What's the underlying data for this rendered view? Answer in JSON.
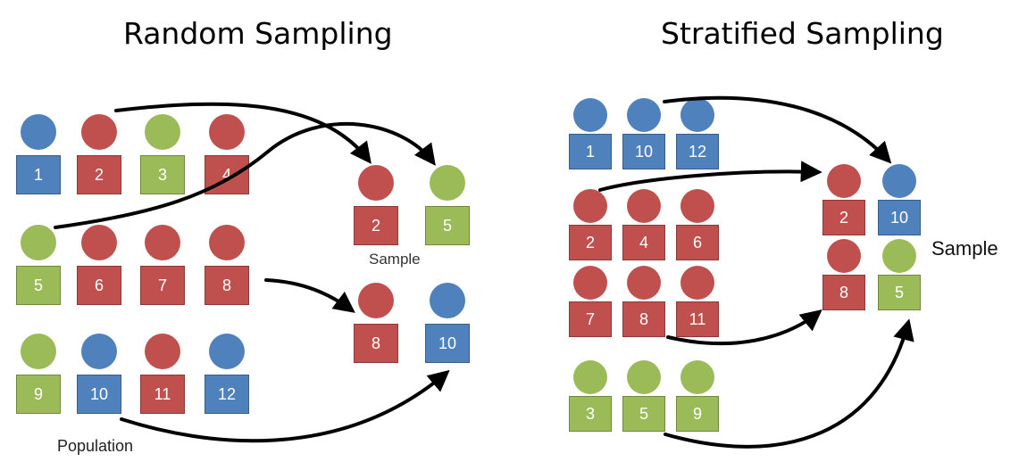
{
  "titles": {
    "random": "Random Sampling",
    "stratified": "Stratified Sampling"
  },
  "labels": {
    "population": "Population",
    "random_sample": "Sample",
    "stratified_sample": "Sample"
  },
  "colors": {
    "blue": "#4f81bd",
    "red": "#c0504d",
    "green": "#9bbb59",
    "arrow": "#000000"
  },
  "random": {
    "population": [
      {
        "n": "1",
        "color": "blue"
      },
      {
        "n": "2",
        "color": "red"
      },
      {
        "n": "3",
        "color": "green"
      },
      {
        "n": "4",
        "color": "red"
      },
      {
        "n": "5",
        "color": "green"
      },
      {
        "n": "6",
        "color": "red"
      },
      {
        "n": "7",
        "color": "red"
      },
      {
        "n": "8",
        "color": "red"
      },
      {
        "n": "9",
        "color": "green"
      },
      {
        "n": "10",
        "color": "blue"
      },
      {
        "n": "11",
        "color": "red"
      },
      {
        "n": "12",
        "color": "blue"
      }
    ],
    "sample": [
      {
        "n": "2",
        "color": "red"
      },
      {
        "n": "5",
        "color": "green"
      },
      {
        "n": "8",
        "color": "red"
      },
      {
        "n": "10",
        "color": "blue"
      }
    ]
  },
  "stratified": {
    "strata": [
      [
        {
          "n": "1",
          "color": "blue"
        },
        {
          "n": "10",
          "color": "blue"
        },
        {
          "n": "12",
          "color": "blue"
        }
      ],
      [
        {
          "n": "2",
          "color": "red"
        },
        {
          "n": "4",
          "color": "red"
        },
        {
          "n": "6",
          "color": "red"
        },
        {
          "n": "7",
          "color": "red"
        },
        {
          "n": "8",
          "color": "red"
        },
        {
          "n": "11",
          "color": "red"
        }
      ],
      [
        {
          "n": "3",
          "color": "green"
        },
        {
          "n": "5",
          "color": "green"
        },
        {
          "n": "9",
          "color": "green"
        }
      ]
    ],
    "sample": [
      {
        "n": "2",
        "color": "red"
      },
      {
        "n": "10",
        "color": "blue"
      },
      {
        "n": "8",
        "color": "red"
      },
      {
        "n": "5",
        "color": "green"
      }
    ]
  }
}
